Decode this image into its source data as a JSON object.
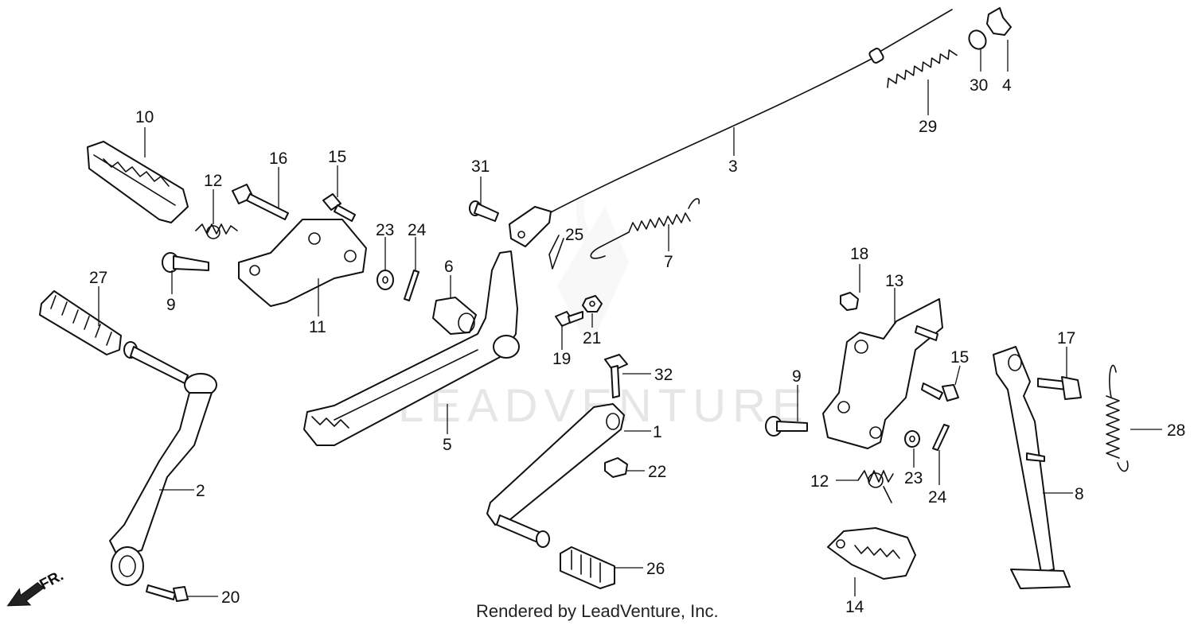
{
  "watermark": "LEADVENTURE",
  "footer": "Rendered by LeadVenture, Inc.",
  "direction_marker": "FR.",
  "callouts": [
    "1",
    "2",
    "3",
    "4",
    "5",
    "6",
    "7",
    "8",
    "9",
    "9",
    "10",
    "11",
    "12",
    "12",
    "13",
    "14",
    "15",
    "15",
    "16",
    "17",
    "18",
    "19",
    "20",
    "21",
    "22",
    "23",
    "23",
    "24",
    "24",
    "25",
    "26",
    "27",
    "28",
    "29",
    "30",
    "31",
    "32"
  ]
}
